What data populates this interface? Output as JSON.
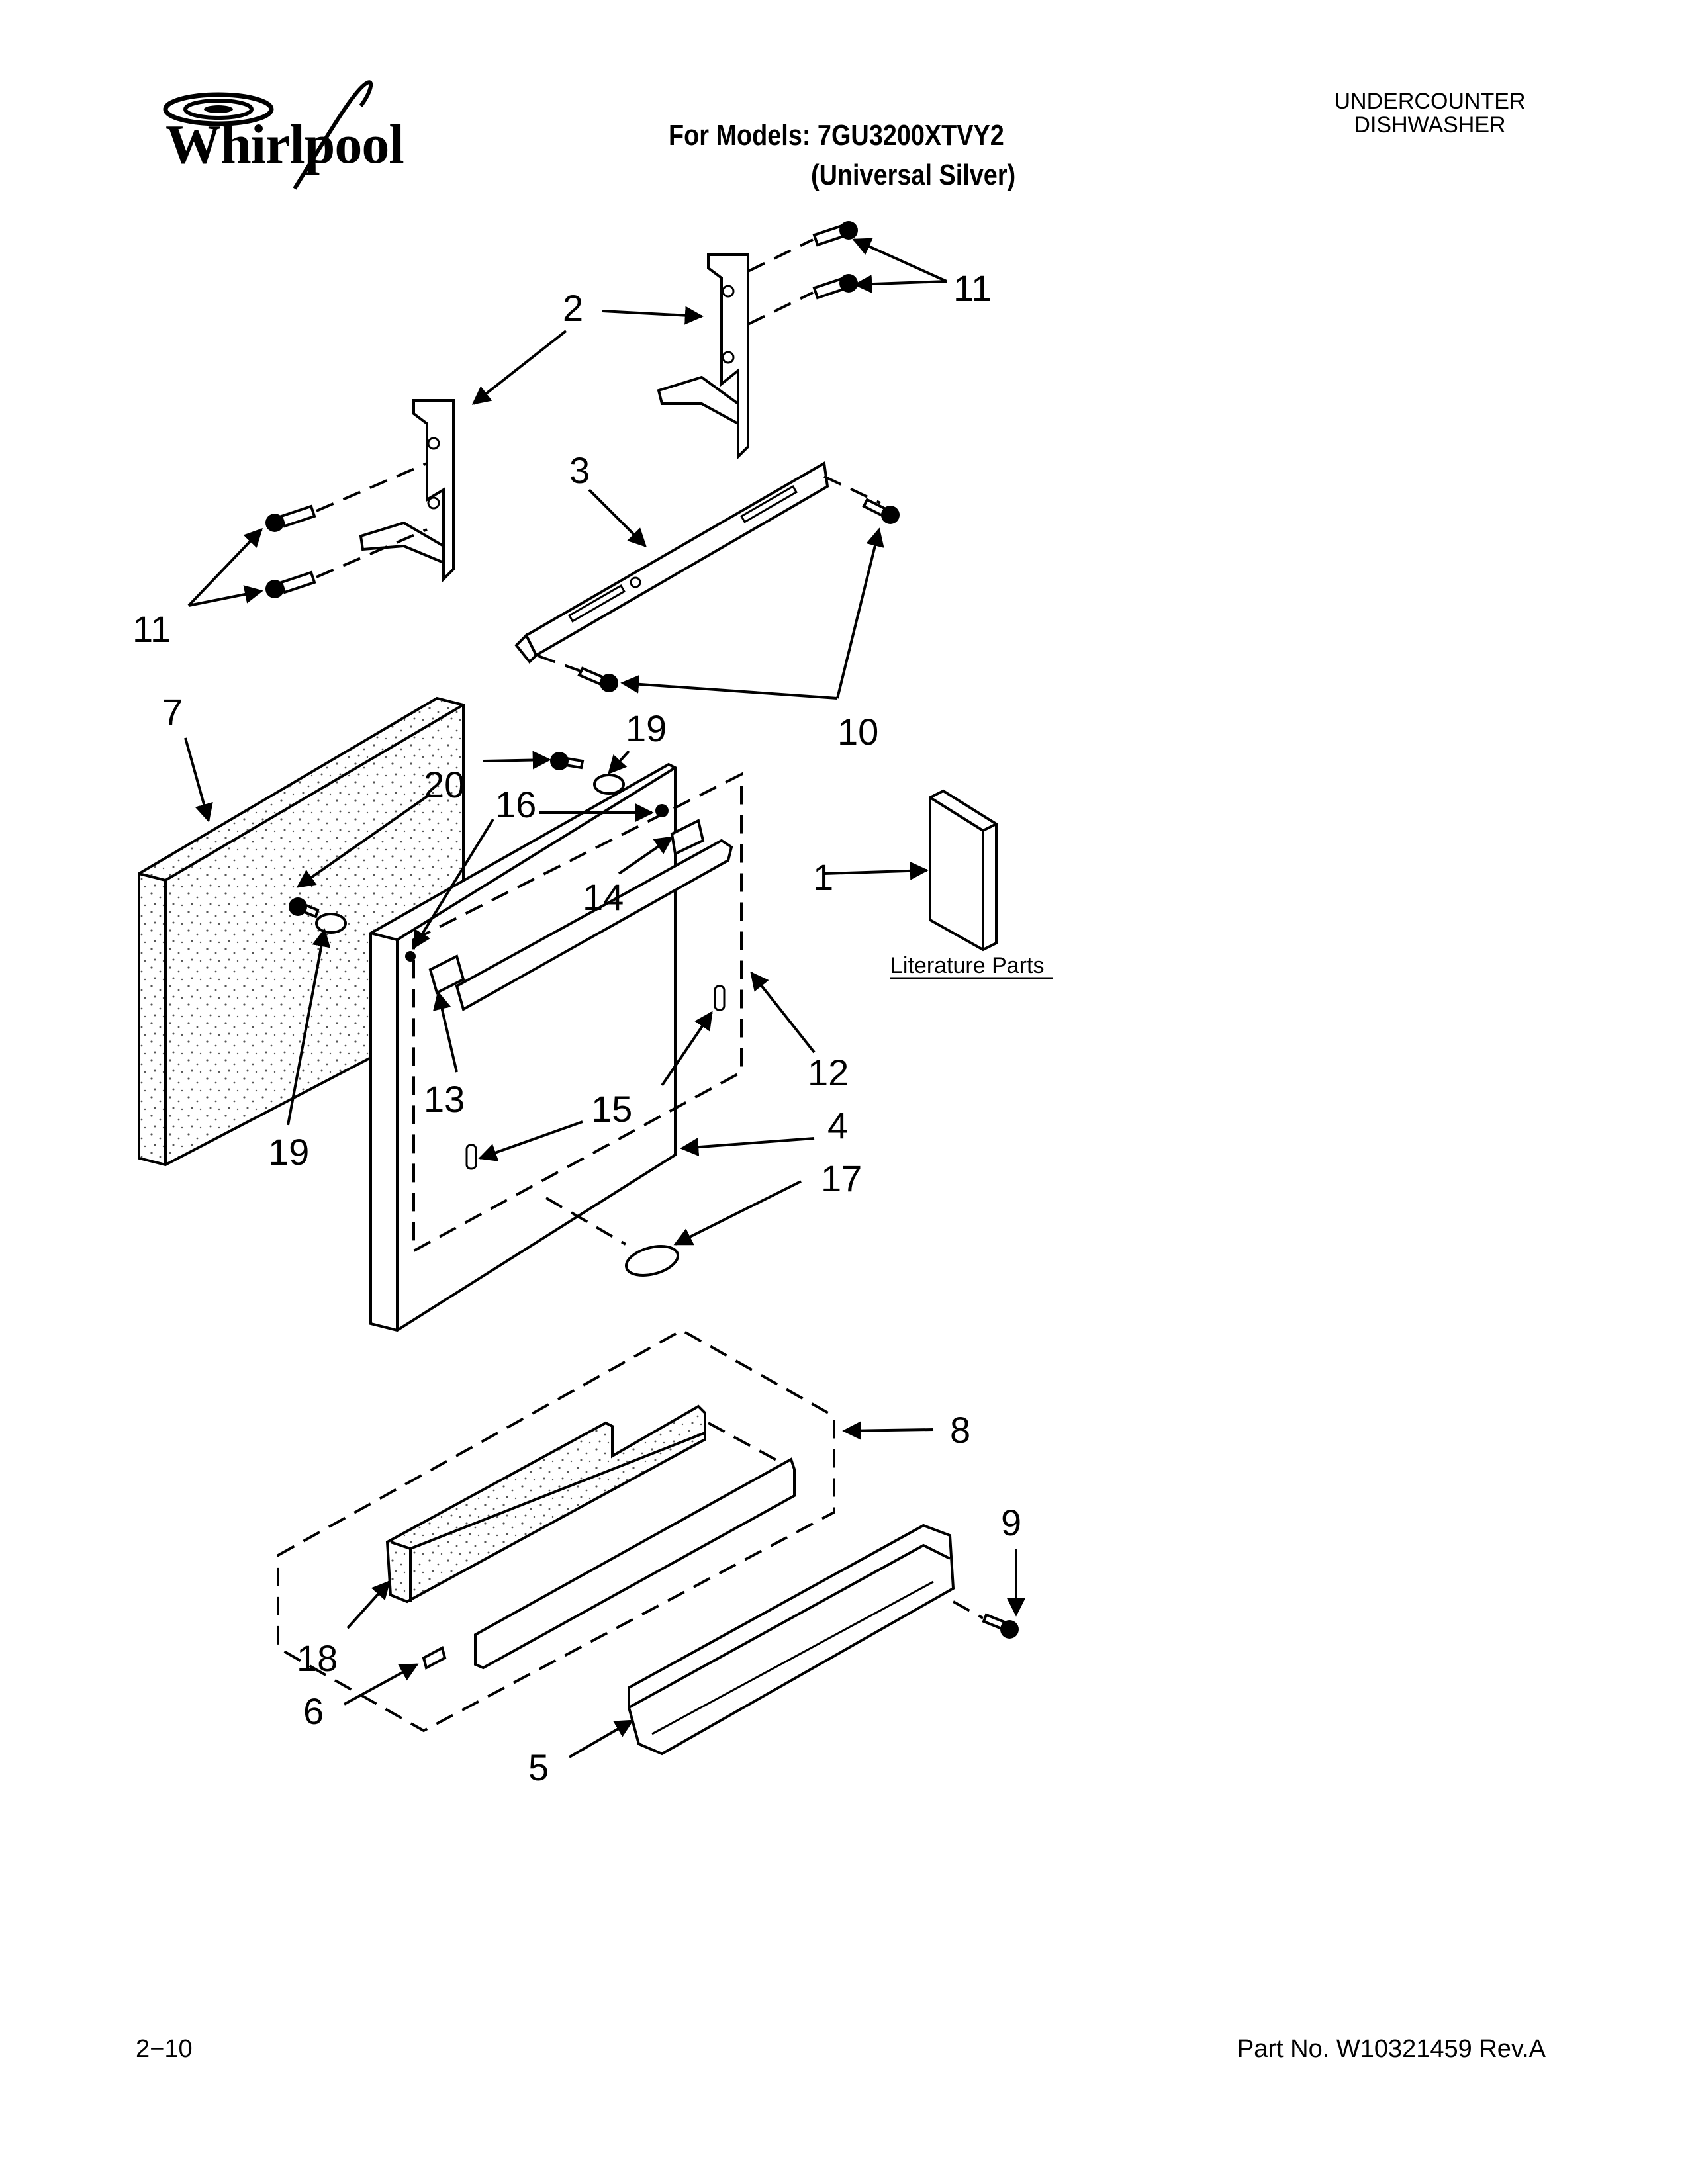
{
  "header": {
    "brand": "Whirlpool",
    "models_title": "For Models: 7GU3200XTVY2",
    "models_subtitle": "(Universal Silver)",
    "product_type_line1": "UNDERCOUNTER",
    "product_type_line2": "DISHWASHER"
  },
  "footer": {
    "page_number": "2−10",
    "part_number": "Part No. W10321459 Rev.A"
  },
  "diagram": {
    "literature_label": "Literature Parts",
    "callouts": {
      "c1": "1",
      "c2": "2",
      "c3": "3",
      "c4": "4",
      "c5": "5",
      "c6": "6",
      "c7": "7",
      "c8": "8",
      "c9": "9",
      "c10": "10",
      "c11a": "11",
      "c11b": "11",
      "c12": "12",
      "c13": "13",
      "c14": "14",
      "c15": "15",
      "c16": "16",
      "c17": "17",
      "c18": "18",
      "c19a": "19",
      "c19b": "19",
      "c20": "20"
    }
  }
}
